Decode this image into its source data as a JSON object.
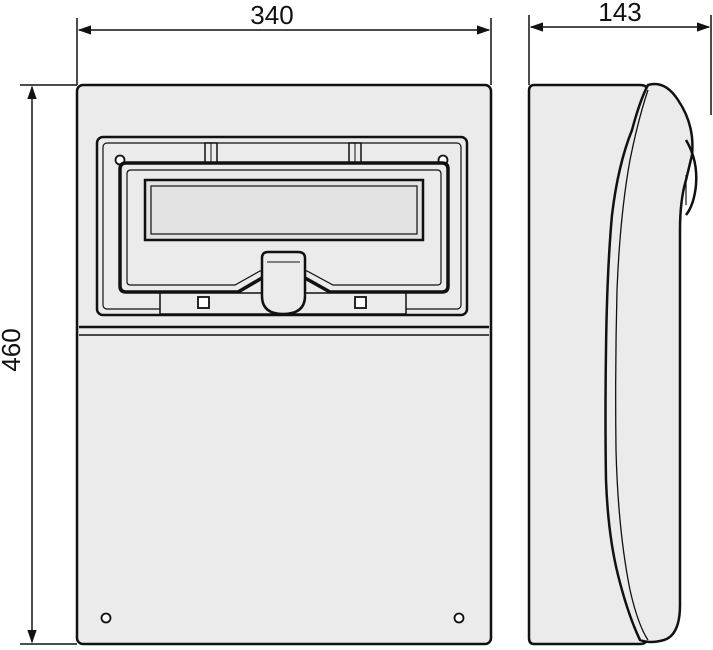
{
  "dimensions": {
    "width": "340",
    "height": "460",
    "depth": "143"
  },
  "colors": {
    "line": "#111111",
    "body_fill": "#ebebeb",
    "window_fill": "#e3e3e3",
    "background": "#ffffff"
  }
}
